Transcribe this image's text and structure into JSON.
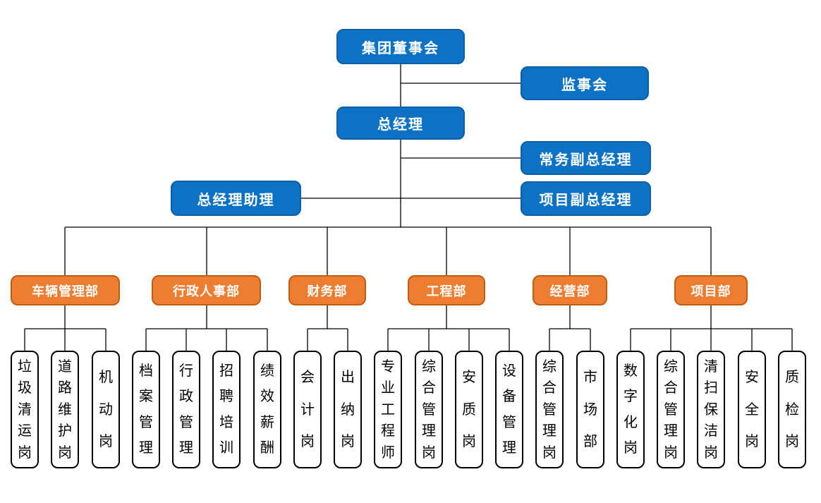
{
  "meta": {
    "title": "组织架构图",
    "type": "org-chart"
  },
  "colors": {
    "executive_fill": "#0d72c4",
    "executive_border": "#0a5fa6",
    "department_fill": "#ed7d31",
    "department_border": "#c05d15",
    "position_fill": "#ffffff",
    "position_border": "#000000",
    "connector": "#000000",
    "text_on_fill": "#ffffff",
    "text_on_white": "#000000",
    "background": "#ffffff"
  },
  "org": {
    "board": "集团董事会",
    "supervisory_board": "监事会",
    "general_manager": "总经理",
    "executive_deputy_gm": "常务副总经理",
    "gm_assistant": "总经理助理",
    "project_deputy_gm": "项目副总经理",
    "departments": [
      {
        "name": "车辆管理部",
        "positions": [
          "垃圾清运岗",
          "道路维护岗",
          "机动岗"
        ]
      },
      {
        "name": "行政人事部",
        "positions": [
          "档案管理",
          "行政管理",
          "招聘培训",
          "绩效薪酬"
        ]
      },
      {
        "name": "财务部",
        "positions": [
          "会计岗",
          "出纳岗"
        ]
      },
      {
        "name": "工程部",
        "positions": [
          "专业工程师",
          "综合管理岗",
          "安质岗",
          "设备管理"
        ]
      },
      {
        "name": "经营部",
        "positions": [
          "综合管理岗",
          "市场部"
        ]
      },
      {
        "name": "项目部",
        "positions": [
          "数字化岗",
          "综合管理岗",
          "清扫保洁岗",
          "安全岗",
          "质检岗"
        ]
      }
    ]
  }
}
